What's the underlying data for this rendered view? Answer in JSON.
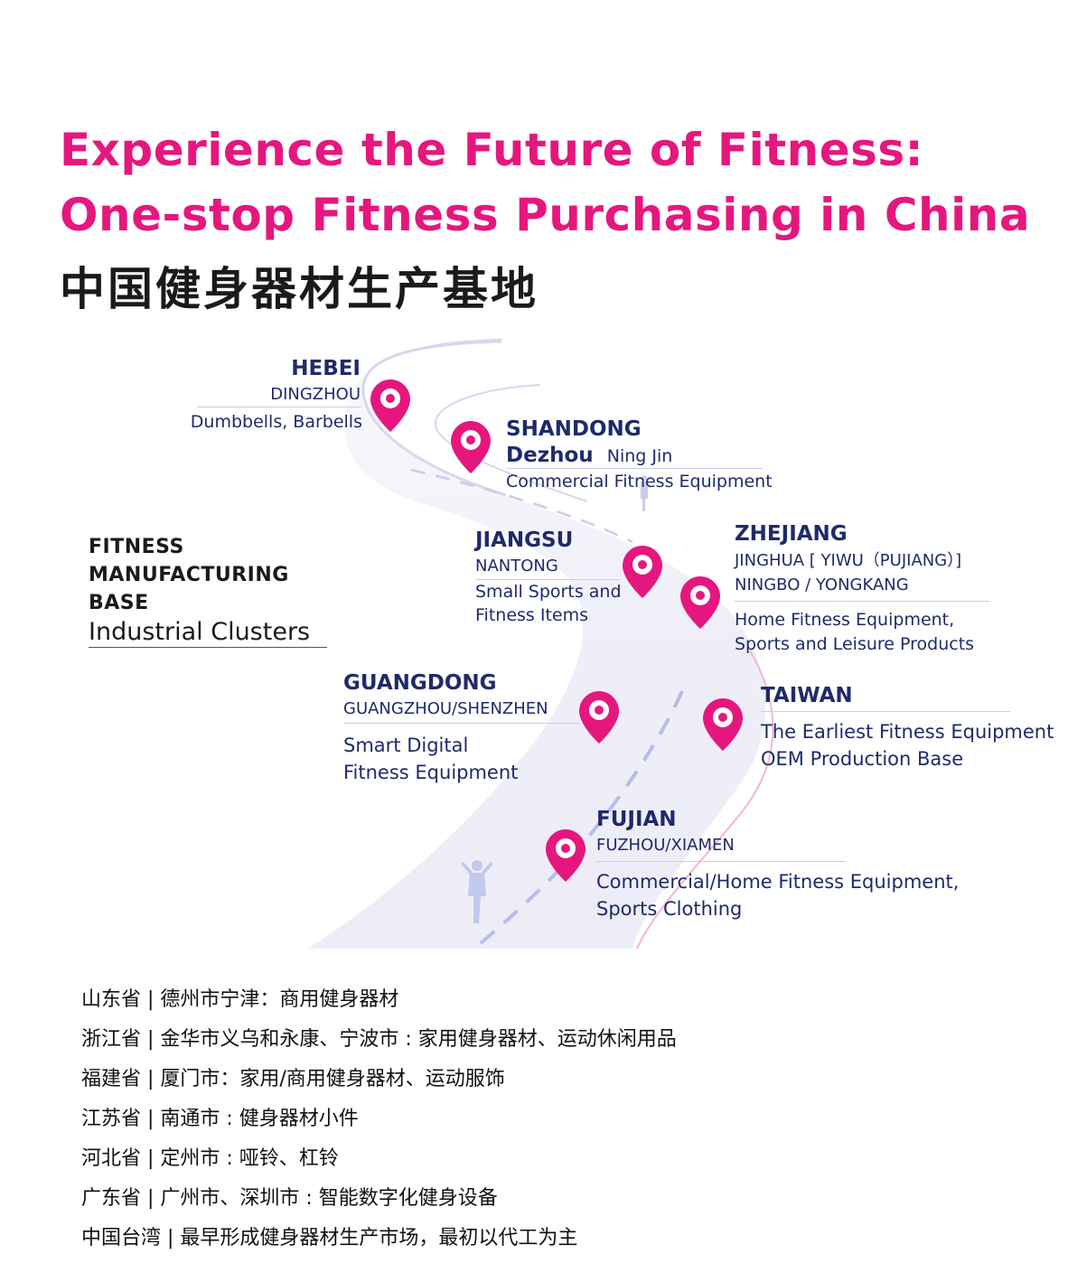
{
  "header": {
    "title_line1": "Experience the Future of Fitness:",
    "title_line2": "One-stop Fitness Purchasing in China",
    "subtitle_cn": "中国健身器材生产基地"
  },
  "base_label": {
    "line1": "FITNESS",
    "line2": "MANUFACTURING",
    "line3": "BASE",
    "line4": "Industrial Clusters"
  },
  "regions": {
    "hebei": {
      "province": "HEBEI",
      "city": "DINGZHOU",
      "desc": [
        "Dumbbells, Barbells"
      ]
    },
    "shandong": {
      "province": "SHANDONG",
      "city_bold": "Dezhou",
      "city": "Ning Jin",
      "desc": [
        "Commercial Fitness Equipment"
      ]
    },
    "jiangsu": {
      "province": "JIANGSU",
      "city": "NANTONG",
      "desc": [
        "Small Sports and",
        "Fitness Items"
      ]
    },
    "zhejiang": {
      "province": "ZHEJIANG",
      "city": "JINGHUA [ YIWU（PUJIANG）]",
      "city2": "NINGBO / YONGKANG",
      "desc": [
        "Home Fitness Equipment,",
        "Sports and Leisure Products"
      ]
    },
    "guangdong": {
      "province": "GUANGDONG",
      "city": "GUANGZHOU/SHENZHEN",
      "desc": [
        "Smart Digital",
        "Fitness Equipment"
      ]
    },
    "taiwan": {
      "province": "TAIWAN",
      "desc": [
        "The Earliest Fitness Equipment",
        "OEM Production Base"
      ]
    },
    "fujian": {
      "province": "FUJIAN",
      "city": "FUZHOU/XIAMEN",
      "desc": [
        "Commercial/Home Fitness Equipment,",
        "Sports Clothing"
      ]
    }
  },
  "cn_list": [
    "山东省 | 德州市宁津：商用健身器材",
    "浙江省 | 金华市义乌和永康、宁波市 : 家用健身器材、运动休闲用品",
    "福建省 | 厦门市：家用/商用健身器材、运动服饰",
    "江苏省 | 南通市 : 健身器材小件",
    "河北省 | 定州市 : 哑铃、杠铃",
    "广东省 | 广州市、深圳市 : 智能数字化健身设备",
    "中国台湾 | 最早形成健身器材生产市场，最初以代工为主"
  ],
  "colors": {
    "accent": "#e5177e",
    "navy": "#1f2a6b",
    "road": "#f1f0f8",
    "dash": "#b7bde6"
  },
  "icons": [
    "map-pin-icon",
    "runner-icon"
  ]
}
